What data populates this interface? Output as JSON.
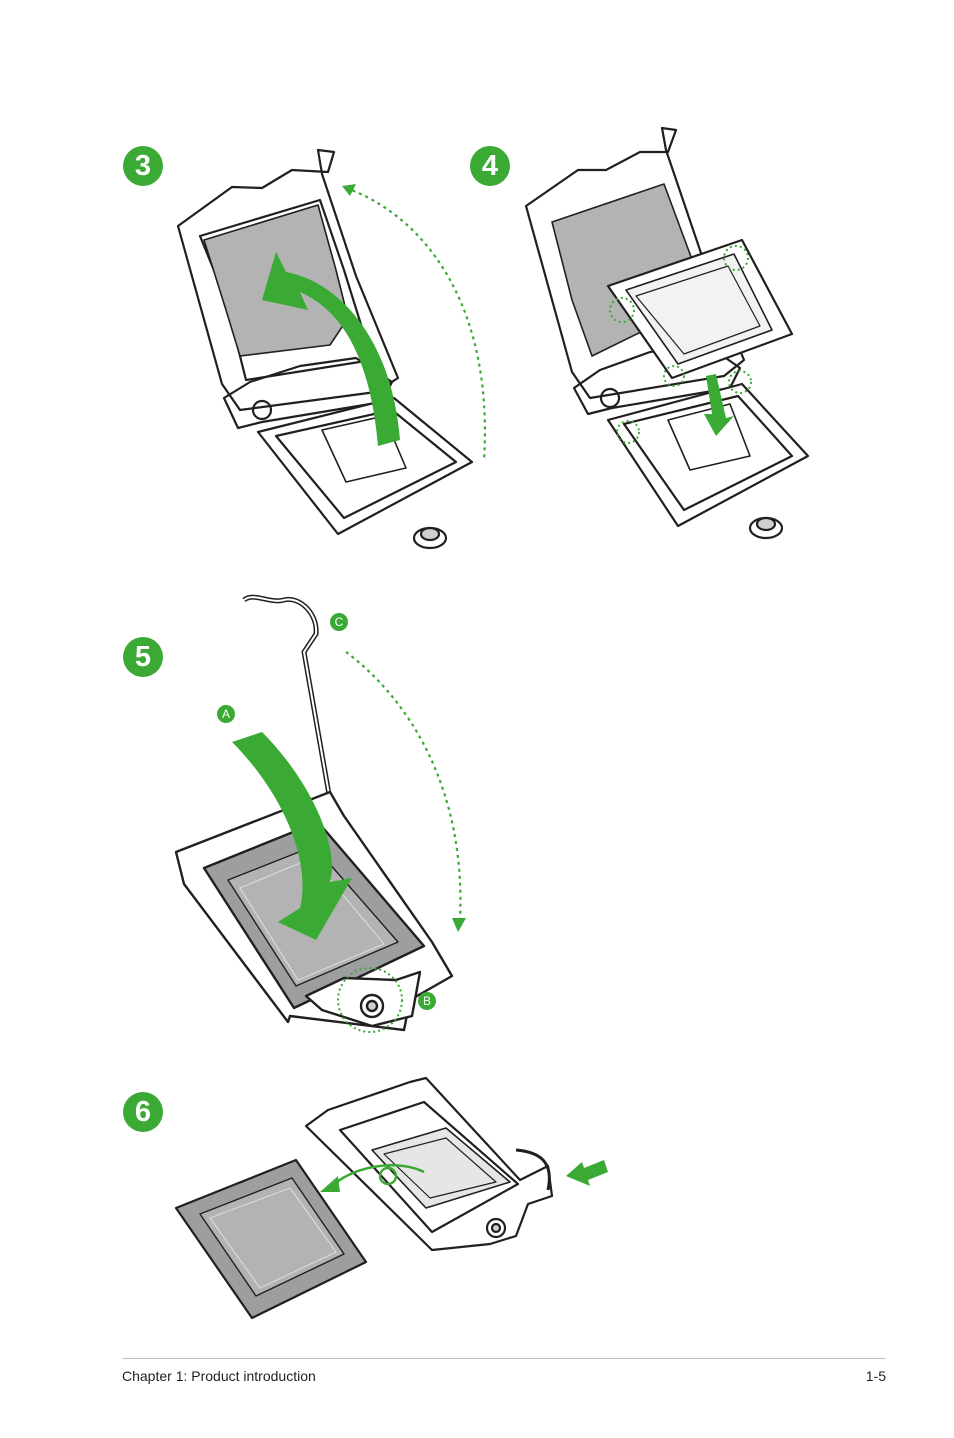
{
  "colors": {
    "accent": "#3aaa35",
    "line": "#231f20",
    "metal": "#9d9e9f",
    "lid": "#b3b3b3"
  },
  "steps": [
    {
      "number": "3"
    },
    {
      "number": "4"
    },
    {
      "number": "5",
      "callouts": [
        "A",
        "B",
        "C"
      ]
    },
    {
      "number": "6"
    }
  ],
  "footer": {
    "chapter": "Chapter 1: Product introduction",
    "page": "1-5"
  }
}
